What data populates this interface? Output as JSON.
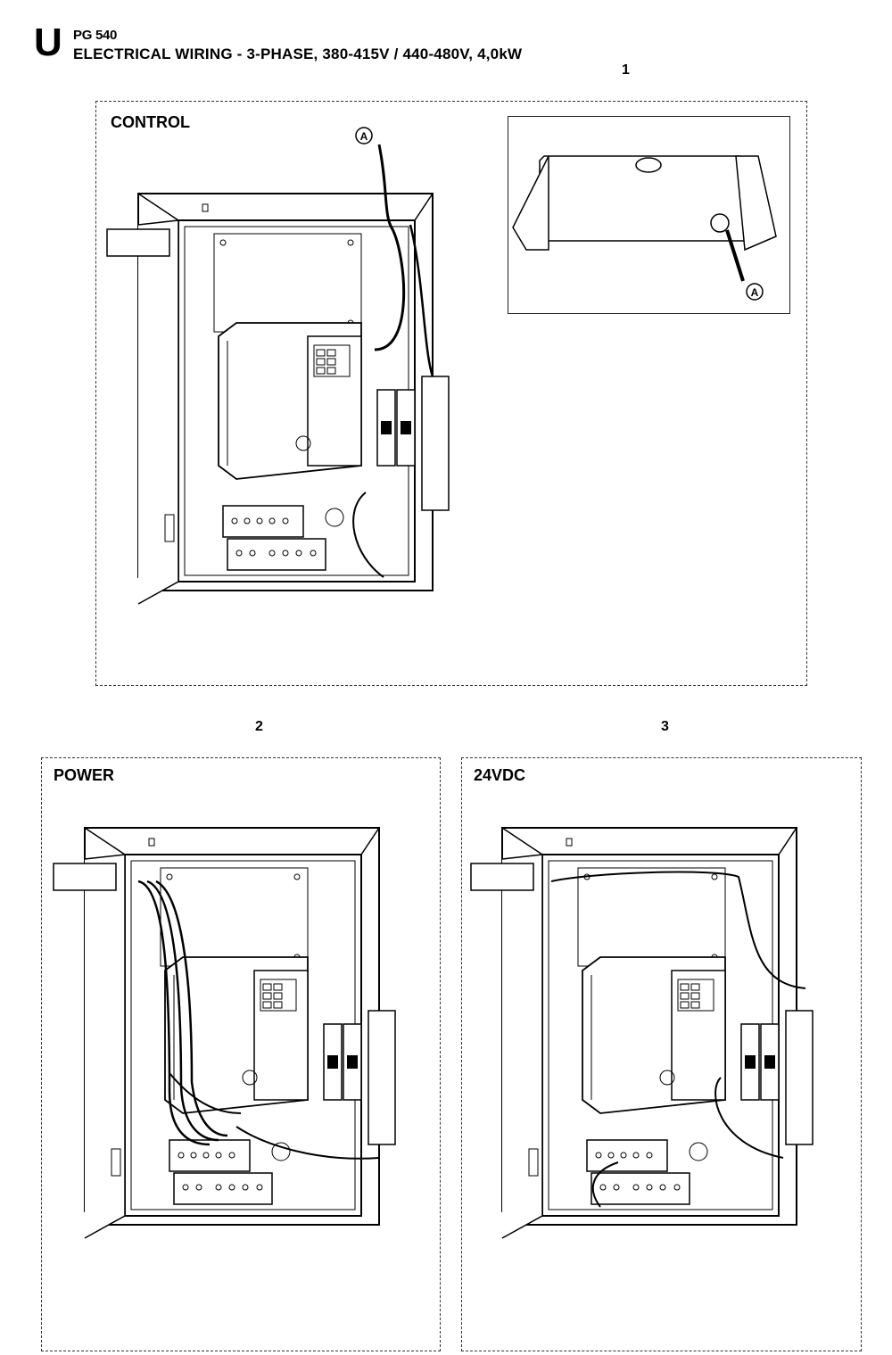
{
  "header": {
    "section_letter": "U",
    "model": "PG 540",
    "title": "ELECTRICAL WIRING - 3-PHASE, 380-415V / 440-480V, 4,0kW"
  },
  "panels": [
    {
      "callout": "1",
      "label": "CONTROL",
      "connector_tag": "A"
    },
    {
      "callout": "2",
      "label": "POWER"
    },
    {
      "callout": "3",
      "label": "24VDC"
    }
  ],
  "inset": {
    "connector_tag": "A"
  }
}
